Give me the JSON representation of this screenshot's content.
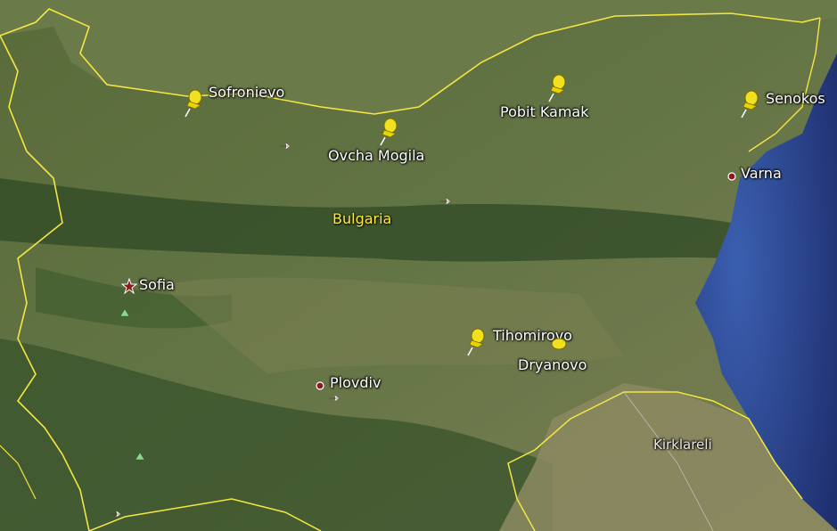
{
  "map": {
    "country_label": "Bulgaria",
    "pins": [
      {
        "id": "sofronievo",
        "label": "Sofronievo"
      },
      {
        "id": "ovcha-mogila",
        "label": "Ovcha Mogila"
      },
      {
        "id": "pobit-kamak",
        "label": "Pobit Kamak"
      },
      {
        "id": "senokos",
        "label": "Senokos"
      },
      {
        "id": "tihomirovo",
        "label": "Tihomirovo"
      },
      {
        "id": "dryanovo",
        "label": "Dryanovo"
      }
    ],
    "cities": [
      {
        "id": "sofia",
        "label": "Sofia",
        "marker": "capital-star"
      },
      {
        "id": "plovdiv",
        "label": "Plovdiv",
        "marker": "city-dot"
      },
      {
        "id": "varna",
        "label": "Varna",
        "marker": "city-dot"
      },
      {
        "id": "kirklareli",
        "label": "Kirklareli",
        "marker": "none"
      }
    ],
    "colors": {
      "border": "#f5e642",
      "sea": "#2f4f9e",
      "land": "#55663a",
      "pin": "#f0e020"
    }
  }
}
